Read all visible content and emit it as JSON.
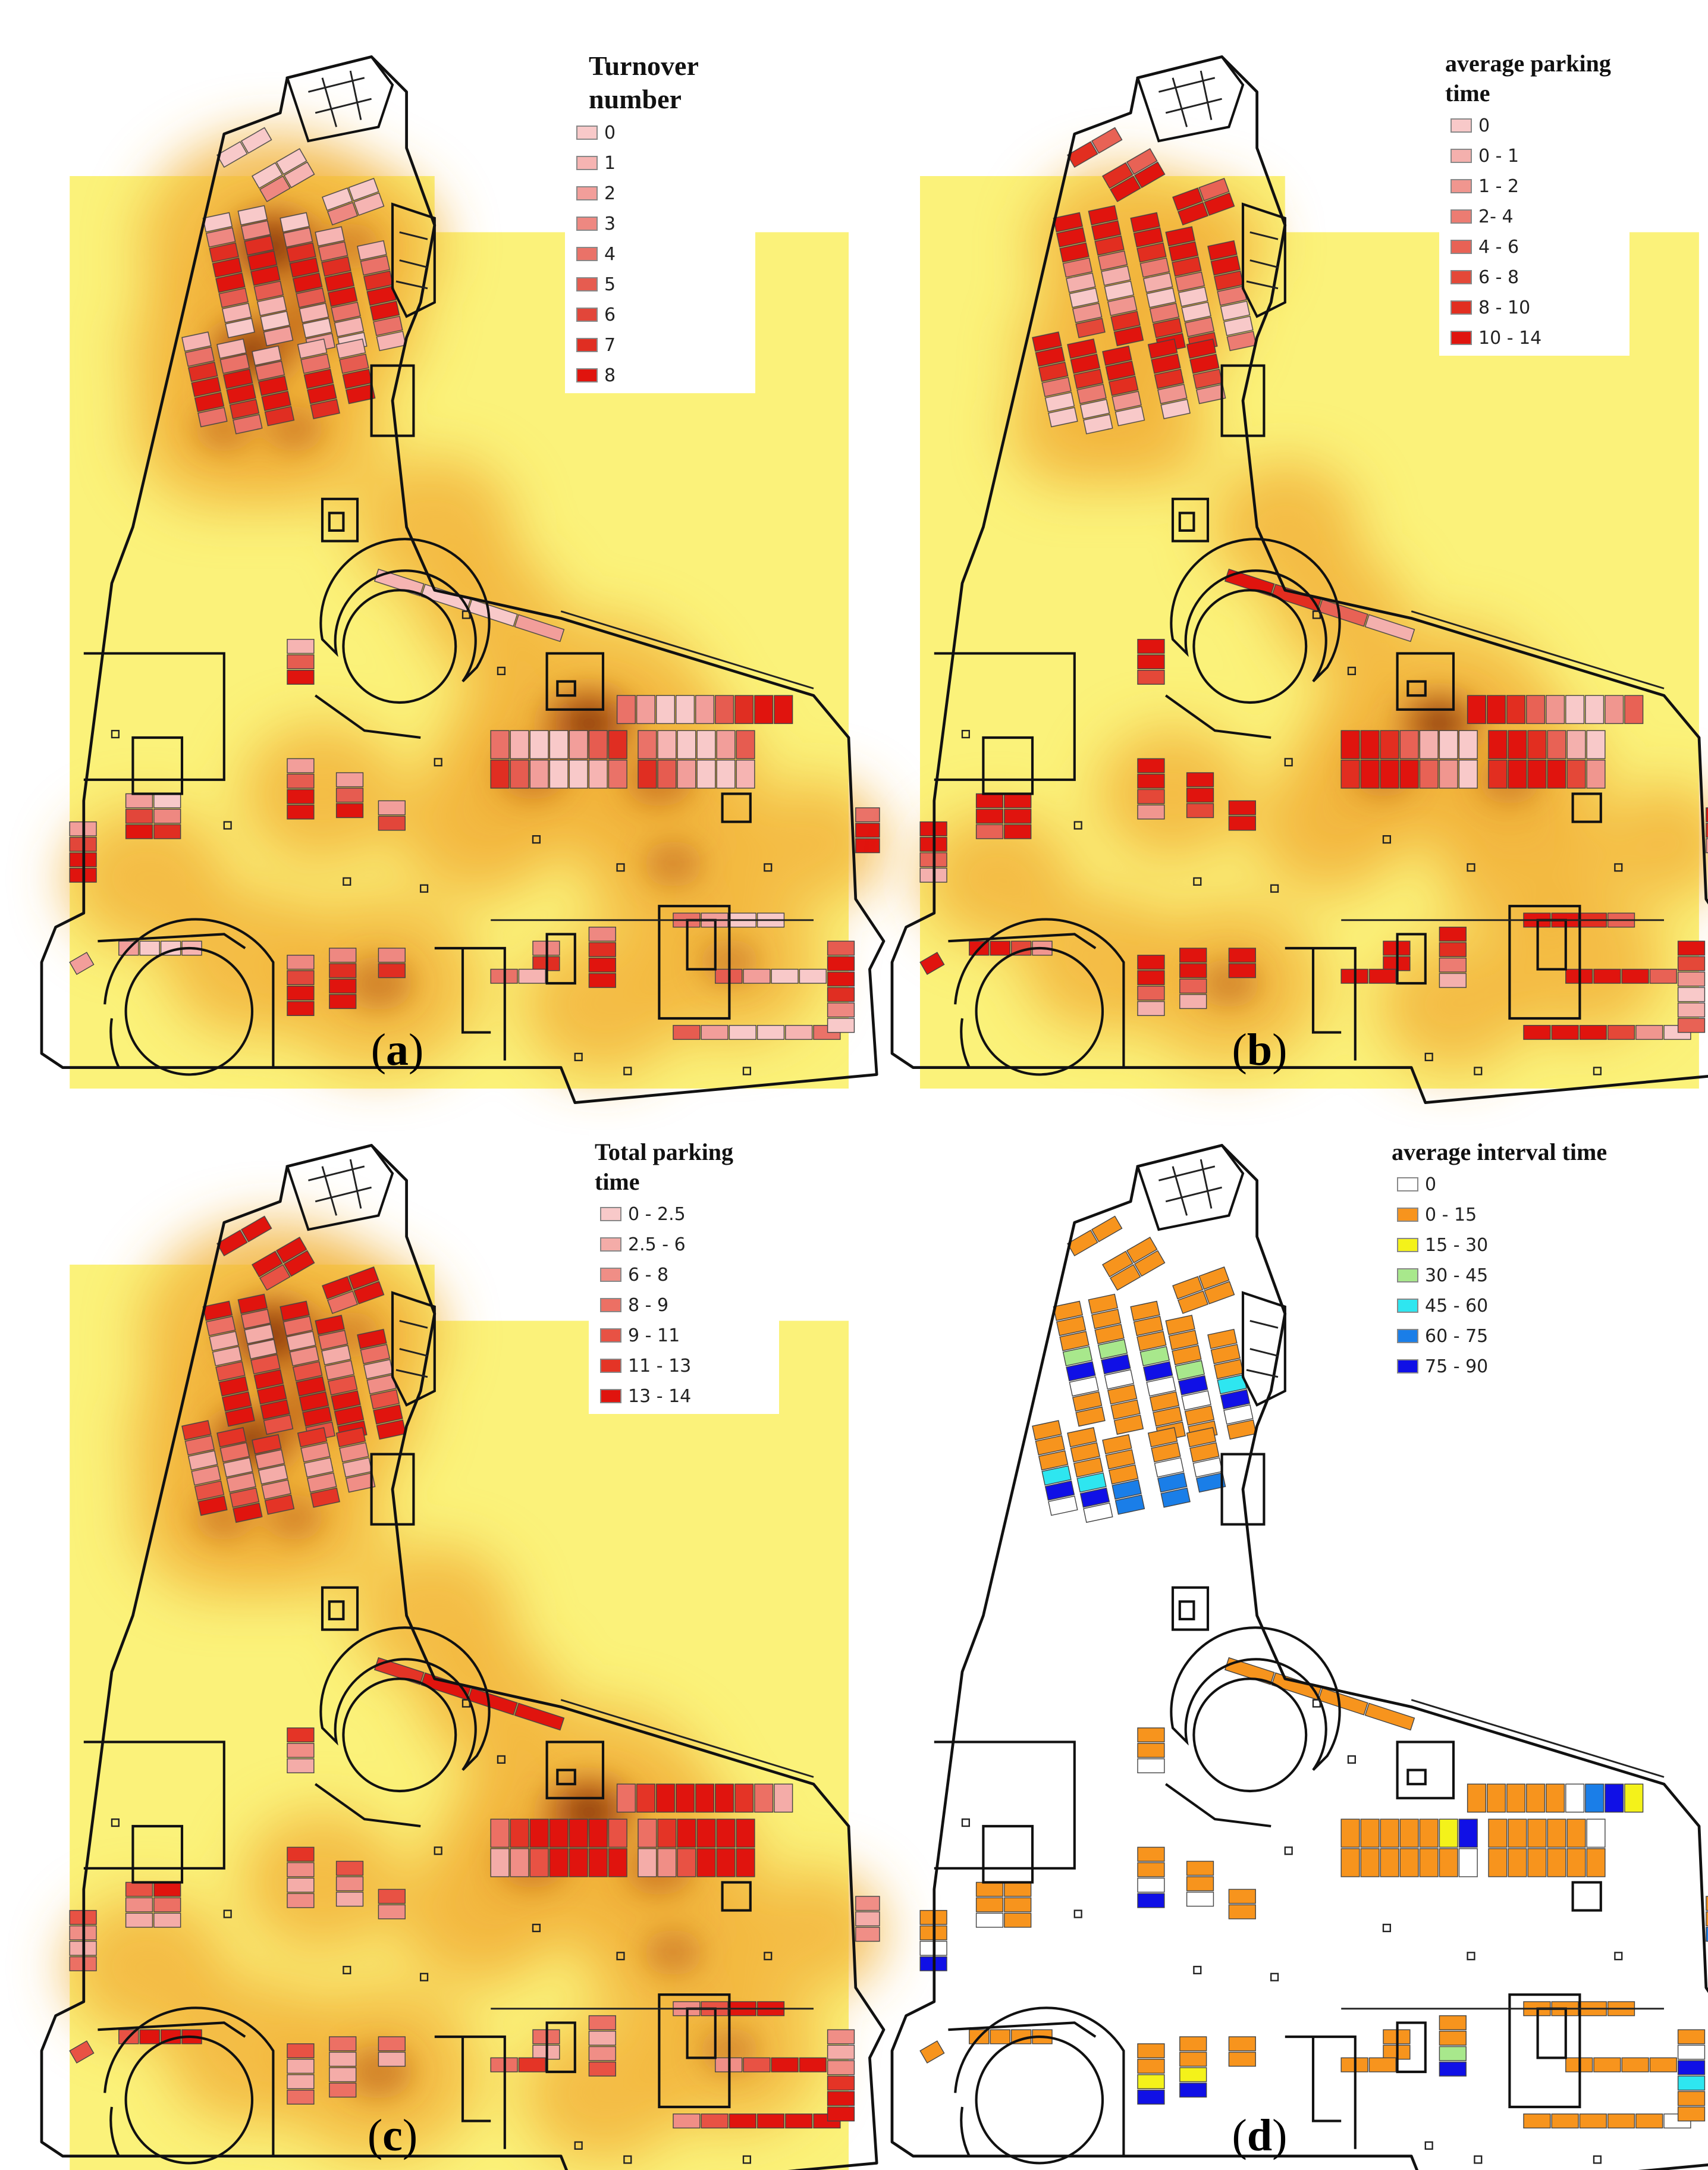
{
  "colors": {
    "background_heat": "#fbf27a",
    "heat_mid": "#f2b43c",
    "heat_high": "#b95a18",
    "heat_peak": "#7a2a0c",
    "outline": "#111111",
    "stall_pale": "#f7c2c2",
    "stall_mid": "#ef7a72",
    "stall_strong": "#e24a3a",
    "stall_red": "#e8140f"
  },
  "panels": [
    {
      "id": "a",
      "caption": "a",
      "legend_title": [
        "Turnover",
        "number"
      ],
      "legend_items": [
        {
          "label": "0",
          "color": "#f8c9c9"
        },
        {
          "label": "1",
          "color": "#f6b4b2"
        },
        {
          "label": "2",
          "color": "#f29e9a"
        },
        {
          "label": "3",
          "color": "#ee8881"
        },
        {
          "label": "4",
          "color": "#ea7268"
        },
        {
          "label": "5",
          "color": "#e65c50"
        },
        {
          "label": "6",
          "color": "#e2463a"
        },
        {
          "label": "7",
          "color": "#e02e22"
        },
        {
          "label": "8",
          "color": "#e0140e"
        }
      ]
    },
    {
      "id": "b",
      "caption": "b",
      "legend_title": [
        "average parking",
        "time"
      ],
      "legend_items": [
        {
          "label": "0",
          "color": "#f8c9c9"
        },
        {
          "label": "0 - 1",
          "color": "#f4b0ad"
        },
        {
          "label": "1 - 2",
          "color": "#f0968f"
        },
        {
          "label": "2- 4",
          "color": "#ec7c72"
        },
        {
          "label": "4 - 6",
          "color": "#e86255"
        },
        {
          "label": "6 - 8",
          "color": "#e44838"
        },
        {
          "label": "8 - 10",
          "color": "#e22e20"
        },
        {
          "label": "10 - 14",
          "color": "#e0140e"
        }
      ]
    },
    {
      "id": "c",
      "caption": "c",
      "legend_title": [
        "Total parking",
        "time"
      ],
      "legend_items": [
        {
          "label": "0 - 2.5",
          "color": "#f8c9c9"
        },
        {
          "label": "2.5 - 6",
          "color": "#f4aca8"
        },
        {
          "label": "6 - 8",
          "color": "#f08e86"
        },
        {
          "label": "8 - 9",
          "color": "#ec7064"
        },
        {
          "label": "9 - 11",
          "color": "#e85244"
        },
        {
          "label": "11 - 13",
          "color": "#e43426"
        },
        {
          "label": "13 - 14",
          "color": "#e0140e"
        }
      ]
    },
    {
      "id": "d",
      "caption": "d",
      "legend_title": [
        "average interval time"
      ],
      "legend_items": [
        {
          "label": "0",
          "color": "#ffffff"
        },
        {
          "label": "0 - 15",
          "color": "#f7941d"
        },
        {
          "label": "15 - 30",
          "color": "#f4f21a"
        },
        {
          "label": "30 - 45",
          "color": "#a8e88c"
        },
        {
          "label": "45 - 60",
          "color": "#2ee6f0"
        },
        {
          "label": "60 - 75",
          "color": "#1a7ee8"
        },
        {
          "label": "75 - 90",
          "color": "#1010e6"
        }
      ]
    }
  ]
}
